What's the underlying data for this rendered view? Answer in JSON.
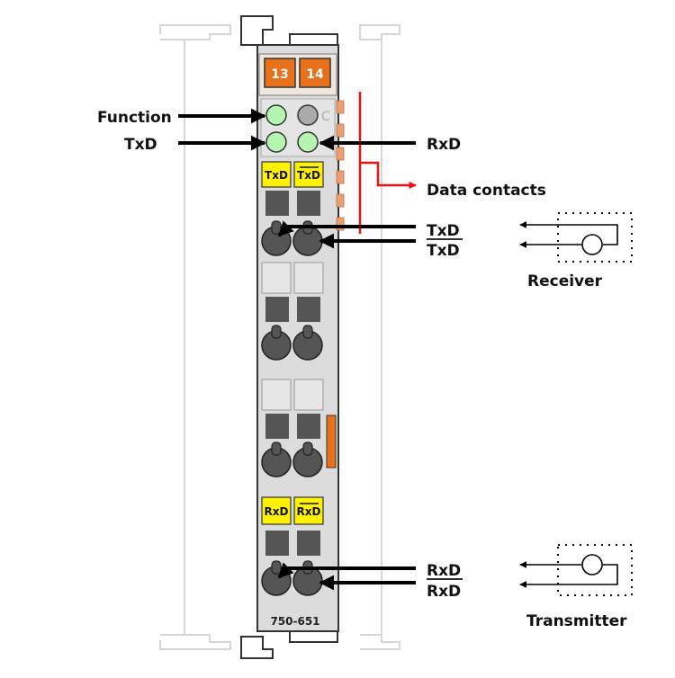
{
  "module": {
    "part_number": "750-651",
    "top_terminals": [
      "13",
      "14"
    ],
    "yellow_labels_top": [
      "TxD",
      "TxD"
    ],
    "yellow_labels_bottom": [
      "RxD",
      "RxD"
    ]
  },
  "callouts": {
    "function": "Function",
    "txd_left": "TxD",
    "rxd_right": "RxD",
    "data_contacts": "Data contacts",
    "txd_pair": [
      "TxD",
      "TxD"
    ],
    "rxd_pair": [
      "RxD",
      "RxD"
    ]
  },
  "devices": {
    "receiver": "Receiver",
    "transmitter": "Transmitter"
  },
  "colors": {
    "module_body": "#dcdcdc",
    "module_outline": "#333333",
    "orange": "#e8711c",
    "yellow": "#fff200",
    "led_green": "#b6f5b0",
    "data_contact_line": "#ee1111",
    "ghost_rail": "#d6d6d6"
  }
}
